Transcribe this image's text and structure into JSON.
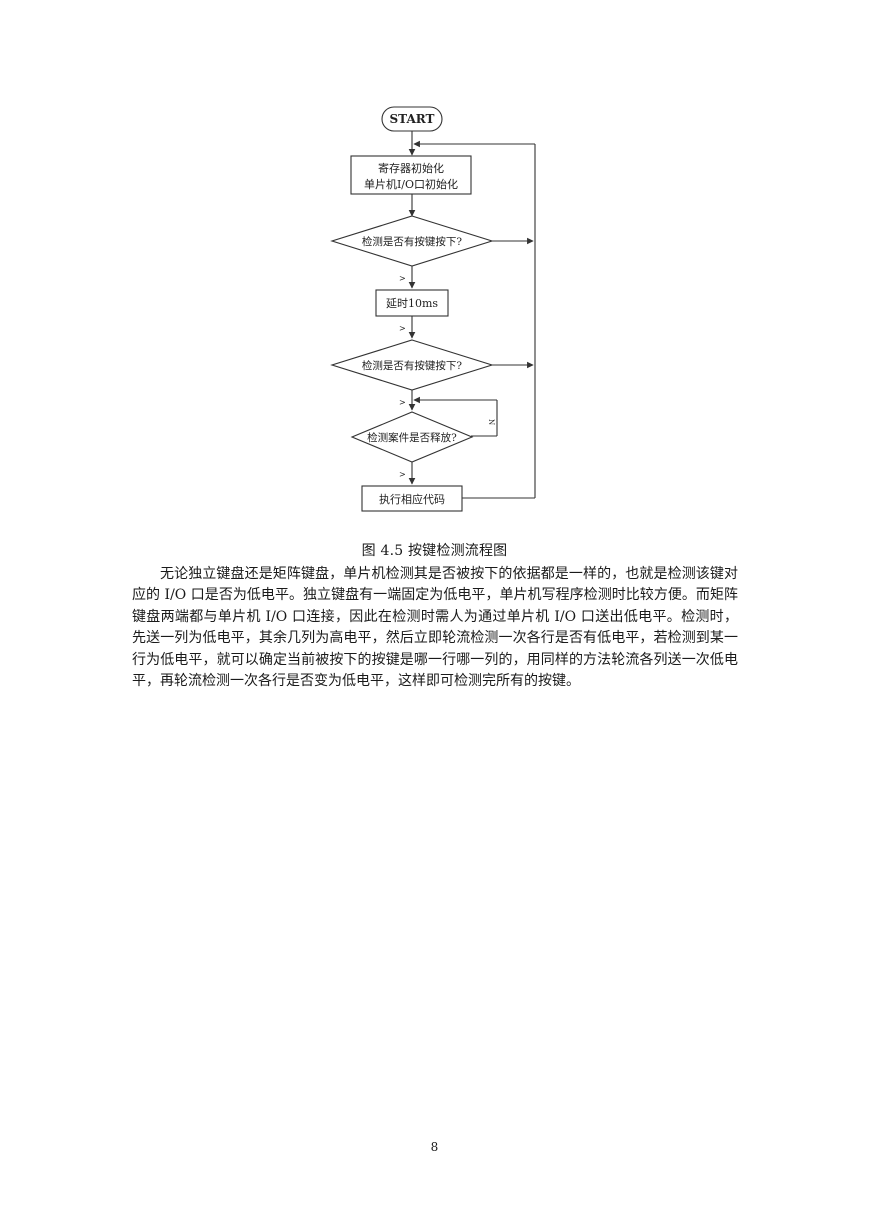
{
  "flowchart": {
    "start": "START",
    "init_line1": "寄存器初始化",
    "init_line2": "单片机I/O口初始化",
    "decision1": "检测是否有按键按下?",
    "delay": "延时10ms",
    "decision2": "检测是否有按键按下?",
    "decision3": "检测案件是否释放?",
    "execute": "执行相应代码",
    "yes_mark": ">",
    "no_mark": "N"
  },
  "caption": "图 4.5  按键检测流程图",
  "paragraph": "无论独立键盘还是矩阵键盘，单片机检测其是否被按下的依据都是一样的，也就是检测该键对应的 I/O 口是否为低电平。独立键盘有一端固定为低电平，单片机写程序检测时比较方便。而矩阵键盘两端都与单片机 I/O 口连接，因此在检测时需人为通过单片机 I/O 口送出低电平。检测时，先送一列为低电平，其余几列为高电平，然后立即轮流检测一次各行是否有低电平，若检测到某一行为低电平，就可以确定当前被按下的按键是哪一行哪一列的，用同样的方法轮流各列送一次低电平，再轮流检测一次各行是否变为低电平，这样即可检测完所有的按键。",
  "page_number": "8"
}
